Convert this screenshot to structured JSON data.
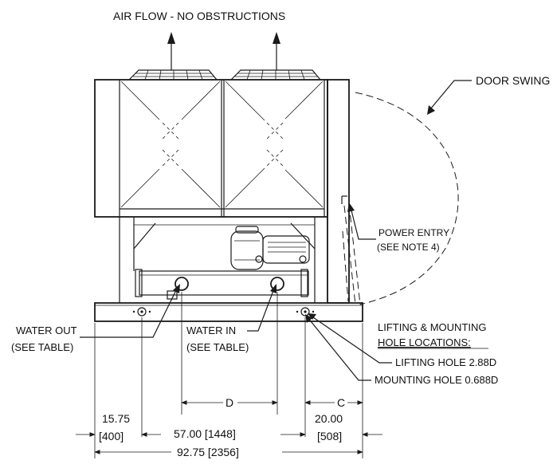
{
  "labels": {
    "air_flow": "AIR FLOW - NO OBSTRUCTIONS",
    "door_swing": "DOOR SWING",
    "power_entry_line1": "POWER ENTRY",
    "power_entry_line2": "(SEE NOTE 4)",
    "water_out_line1": "WATER OUT",
    "water_out_line2": "(SEE TABLE)",
    "water_in_line1": "WATER IN",
    "water_in_line2": "(SEE TABLE)",
    "lifting_mounting_line1": "LIFTING & MOUNTING",
    "lifting_mounting_line2": "HOLE LOCATIONS:",
    "lifting_hole": "LIFTING HOLE 2.88D",
    "mounting_hole": "MOUNTING HOLE 0.688D"
  },
  "dimensions": {
    "d_label": "D",
    "c_label": "C",
    "left_offset": "15.75",
    "left_offset_mm": "[400]",
    "center_span": "57.00 [1448]",
    "right_offset": "20.00",
    "right_offset_mm": "[508]",
    "overall_width": "92.75 [2356]"
  },
  "colors": {
    "line": "#1a1a1a",
    "background": "#ffffff"
  }
}
